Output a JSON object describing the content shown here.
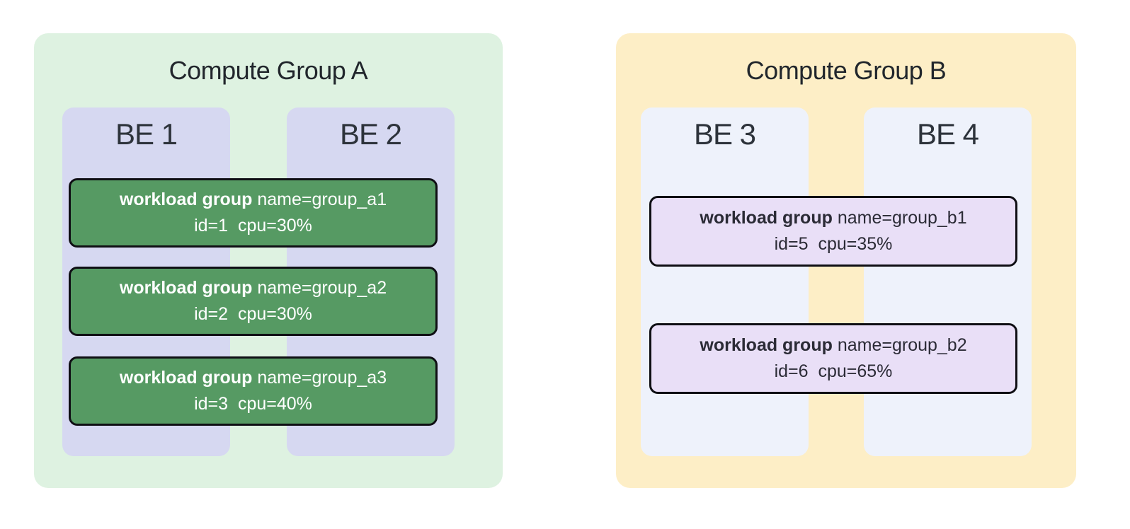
{
  "diagram": {
    "groups": [
      {
        "title": "Compute Group A",
        "backends": [
          "BE 1",
          "BE 2"
        ],
        "workloads": [
          {
            "label_bold": "workload group ",
            "label_rest": "name=group_a1",
            "line2": "id=1  cpu=30%"
          },
          {
            "label_bold": "workload group ",
            "label_rest": "name=group_a2",
            "line2": "id=2  cpu=30%"
          },
          {
            "label_bold": "workload group ",
            "label_rest": "name=group_a3",
            "line2": "id=3  cpu=40%"
          }
        ],
        "colors": {
          "container_bg": "#def2e1",
          "backend_bg": "#d6d8f1",
          "workload_bg": "#569a63",
          "workload_text": "#ffffff",
          "workload_border": "#0f0f14"
        }
      },
      {
        "title": "Compute Group B",
        "backends": [
          "BE 3",
          "BE 4"
        ],
        "workloads": [
          {
            "label_bold": "workload group ",
            "label_rest": "name=group_b1",
            "line2": "id=5  cpu=35%"
          },
          {
            "label_bold": "workload group ",
            "label_rest": "name=group_b2",
            "line2": "id=6  cpu=65%"
          }
        ],
        "colors": {
          "container_bg": "#fdeec6",
          "backend_bg": "#eef2fb",
          "workload_bg": "#e9dff7",
          "workload_text": "#2b2b36",
          "workload_border": "#0f0f14"
        }
      }
    ]
  }
}
